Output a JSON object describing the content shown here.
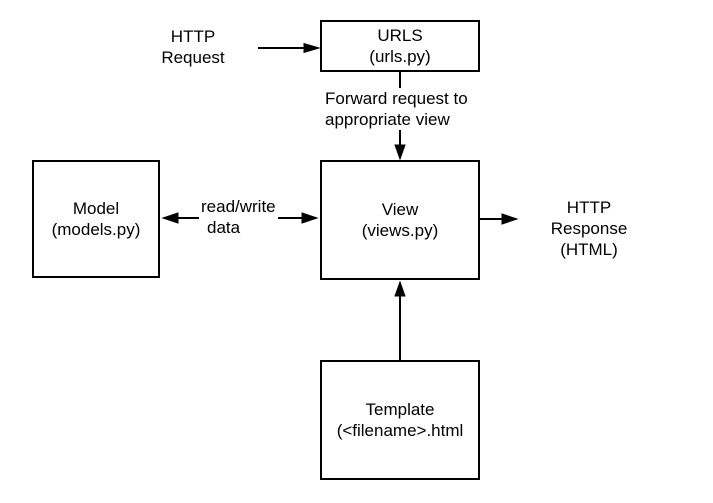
{
  "page": {
    "title": "Django request/response architecture diagram",
    "colors": {
      "stroke": "#000000",
      "bg": "#ffffff",
      "text": "#000000"
    }
  },
  "diagram": {
    "nodes": {
      "urls": {
        "title": "URLS",
        "subtitle": "(urls.py)"
      },
      "view": {
        "title": "View",
        "subtitle": "(views.py)"
      },
      "model": {
        "title": "Model",
        "subtitle": "(models.py)"
      },
      "template": {
        "title": "Template",
        "subtitle": "(<filename>.html"
      }
    },
    "labels": {
      "http_request": {
        "lines": [
          "HTTP",
          "Request"
        ]
      },
      "forward_request": {
        "lines": [
          "Forward request to",
          "appropriate view"
        ]
      },
      "read_write": {
        "lines": [
          "read/write",
          "data"
        ]
      },
      "http_response": {
        "lines": [
          "HTTP Response",
          "(HTML)"
        ]
      }
    },
    "edges": [
      {
        "from": "HTTP Request",
        "to": "URLS",
        "style": "arrow",
        "label": ""
      },
      {
        "from": "URLS",
        "to": "View",
        "style": "arrow",
        "label": "Forward request to appropriate view"
      },
      {
        "from": "View",
        "to": "Model",
        "style": "double-arrow",
        "label": "read/write data"
      },
      {
        "from": "View",
        "to": "HTTP Response (HTML)",
        "style": "arrow",
        "label": ""
      },
      {
        "from": "Template",
        "to": "View",
        "style": "arrow",
        "label": ""
      }
    ]
  }
}
